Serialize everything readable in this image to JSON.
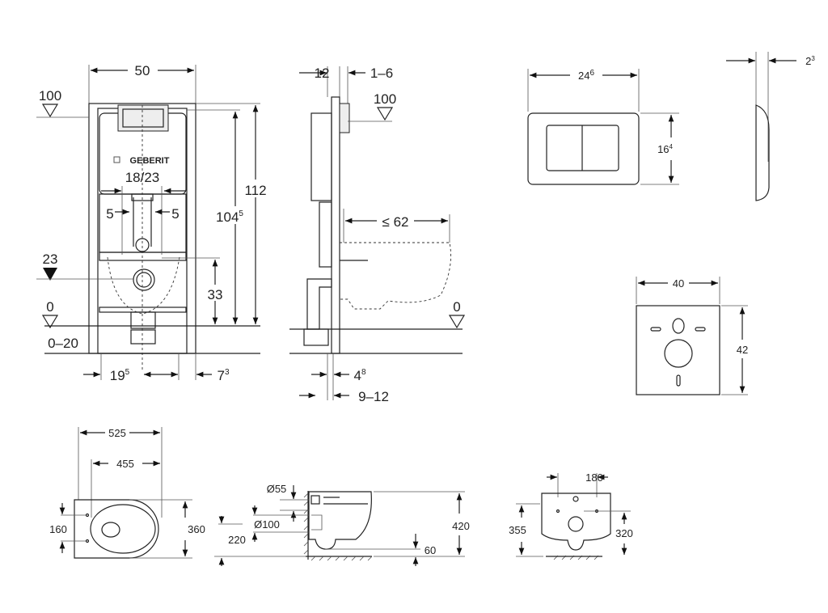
{
  "frame_front": {
    "width": "50",
    "level_top": "100",
    "height_total": "112",
    "height_inner": {
      "base": "104",
      "sup": "5"
    },
    "flush_opening": "18/23",
    "offset_left": "5",
    "offset_right": "5",
    "level_outlet": "23",
    "outlet_height": "33",
    "level_floor": "0",
    "floor_range": "0–20",
    "bottom_left": {
      "base": "19",
      "sup": "5"
    },
    "bottom_right": {
      "base": "7",
      "sup": "3"
    },
    "brand_logo": "GEBERIT"
  },
  "frame_side": {
    "depth": "12",
    "gap": "1–6",
    "level_top": "100",
    "projection": "≤ 62",
    "level_floor": "0",
    "offset_a": {
      "base": "4",
      "sup": "8"
    },
    "offset_b": "9–12"
  },
  "flush_plate": {
    "width": {
      "base": "24",
      "sup": "6"
    },
    "height": {
      "base": "16",
      "sup": "4"
    },
    "thickness": {
      "base": "2",
      "sup": "3"
    }
  },
  "sound_pad": {
    "width": "40",
    "height": "42"
  },
  "toilet_top": {
    "length": "525",
    "fixing_length": "455",
    "fixing_spacing": "160",
    "width": "360"
  },
  "toilet_side": {
    "d_inlet": "Ø55",
    "d_outlet": "Ø100",
    "outlet_height": "220",
    "height": "420",
    "trap": "60"
  },
  "toilet_rear": {
    "fixing_width": "180",
    "height": "355",
    "outlet_height": "320"
  }
}
